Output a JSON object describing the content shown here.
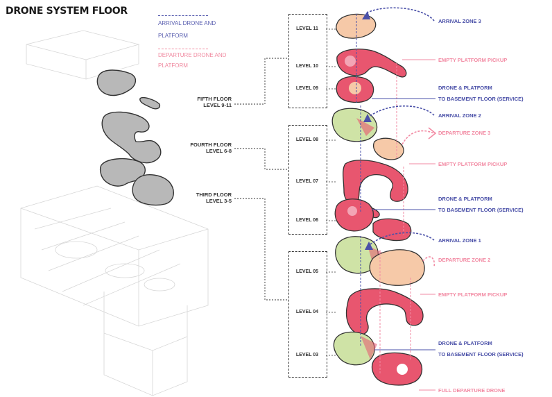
{
  "title": "DRONE SYSTEM FLOOR",
  "legend": {
    "arrival_line1": "ARRIVAL DRONE AND",
    "arrival_line2": "PLATFORM",
    "departure_line1": "DEPARTURE DRONE AND",
    "departure_line2": "PLATFORM"
  },
  "floors": [
    {
      "line1": "FIFTH FLOOR",
      "line2": "LEVEL 9-11"
    },
    {
      "line1": "FOURTH FLOOR",
      "line2": "LEVEL 6-8"
    },
    {
      "line1": "THIRD FLOOR",
      "line2": "LEVEL 3-5"
    }
  ],
  "levels": [
    "LEVEL 11",
    "LEVEL 10",
    "LEVEL 09",
    "LEVEL 08",
    "LEVEL 07",
    "LEVEL 06",
    "LEVEL 05",
    "LEVEL 04",
    "LEVEL 03"
  ],
  "annotations": {
    "arrival3": "ARRIVAL ZONE 3",
    "empty1": "EMPTY PLATFORM PICKUP",
    "service1_line1": "DRONE & PLATFORM",
    "service1_line2": "TO BASEMENT FLOOR (SERVICE)",
    "arrival2": "ARRIVAL ZONE 2",
    "departure3": "DEPARTURE ZONE 3",
    "empty2": "EMPTY PLATFORM PICKUP",
    "service2_line1": "DRONE & PLATFORM",
    "service2_line2": "TO BASEMENT FLOOR (SERVICE)",
    "arrival1": "ARRIVAL ZONE 1",
    "departure2": "DEPARTURE ZONE 2",
    "empty3": "EMPTY PLATFORM PICKUP",
    "service3_line1": "DRONE & PLATFORM",
    "service3_line2": "TO BASEMENT FLOOR (SERVICE)",
    "departure1": "FULL DEPARTURE DRONE"
  },
  "colors": {
    "blue": "#4a50a8",
    "pink": "#f28aa3",
    "red_fill": "#e8566f",
    "green_fill": "#cfe3a6",
    "peach_fill": "#f6c9a8",
    "gray_fill": "#b7b7b7"
  }
}
